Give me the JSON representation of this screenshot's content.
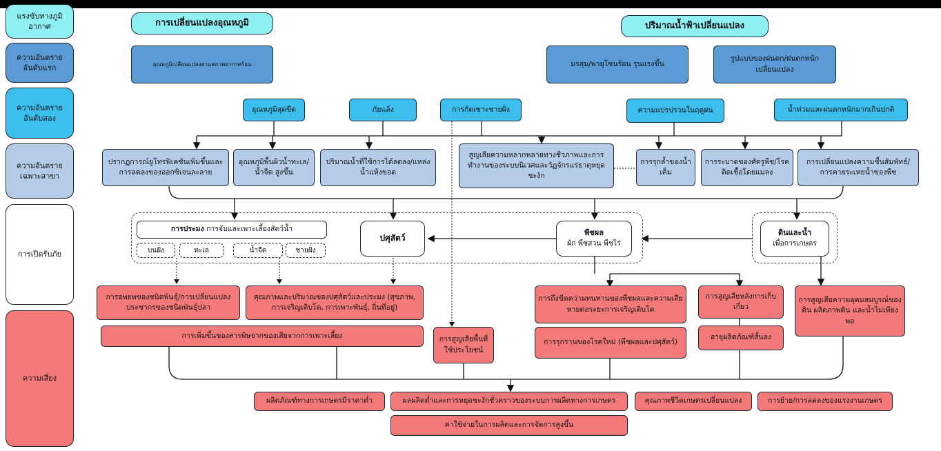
{
  "lanes": {
    "driver": "แรงขับทางภูมิอากาศ",
    "primary": "ความอันตรายอันดับแรก",
    "secondary": "ความอันตรายอันดับสอง",
    "specific": "ความอันตรายเฉพาะสาขา",
    "exposure": "การเปิดรับภัย",
    "risk": "ความเสี่ยง"
  },
  "drivers": {
    "temperature": "การเปลี่ยนแปลงอุณหภูมิ",
    "rainfall": "ปริมาณน้ำฟ้าเปลี่ยนแปลง"
  },
  "primary": {
    "climate_temp": "อุณหภูมิเปลี่ยนแปลงตามสภาพอากาศร้อน",
    "monsoon": "มรสุม/พายุโซนร้อน รุนแรงขึ้น",
    "rain_pattern": "รูปแบบของฝนตก/ฝนตกหนักเปลี่ยนแปลง"
  },
  "secondary": {
    "extreme_temp": "อุณหภูมิสุดขีด",
    "drought": "ภัยแล้ง",
    "coastal_erosion": "การกัดเซาะชายฝั่ง",
    "rain_variability": "ความแปรปรวนในฤดูฝน",
    "flood_heavy_rain": "น้ำท่วมและฝนตกหนักมากเกินปกติ"
  },
  "specific": {
    "eutrophication": "ปรากฏการณ์ยูโทรฟิเคชันเพิ่มขึ้นและการลดลงของออกซิเจนละลาย",
    "water_temp": "อุณหภูมิพื้นผิวน้ำทะเล/น้ำจืด สูงขึ้น",
    "water_supply": "ปริมาณน้ำที่ใช้การได้ลดลง/แหล่งน้ำแห้งขอด",
    "biodiversity": "สูญเสียความหลากหลายทางชีวภาพและการทำงานของระบบนิเวศและวัฏจักรแร่ธาตุหยุดชะงัก",
    "saltwater": "การรุกล้ำของน้ำเค็ม",
    "pests": "การระบาดของศัตรูพืช/โรคติดเชื้อโดยแมลง",
    "humidity": "การเปลี่ยนแปลงความชื้นสัมพัทธ์/การคายระเหยน้ำของพืช"
  },
  "exposure": {
    "fishery_title": "การประมง",
    "fishery_sub": "การจับและเพาะเลี้ยงสัตว์น้ำ",
    "fishery_types": [
      "บนฝั่ง",
      "ทะเล",
      "น้ำจืด",
      "ชายฝั่ง"
    ],
    "livestock": "ปศุสัตว์",
    "crops_title": "พืชผล",
    "crops_sub": "ผัก พืชสวน พืชไร่",
    "soil_title": "ดินและน้ำ",
    "soil_sub": "เพื่อการเกษตร"
  },
  "risks": {
    "species_migration": "การอพยพของชนิดพันธุ์/การเปลี่ยนแปลงประชากรของชนิดพันธุ์ปลา",
    "livestock_quality": "คุณภาพและปริมาณของปศุสัตว์และประมง (สุขภาพ, การเจริญเติบโต, การเพาะพันธุ์, ถิ่นที่อยู่)",
    "toxin": "การเพิ่มขึ้นของสารพิษจากของเสียจากการเพาะเลี้ยง",
    "land_loss": "การสูญเสียพื้นที่ใช้ประโยชน์",
    "plant_tolerance": "การถึงขีดความทนทานของพืชผลและความเสียหายต่อระยะการเจริญเติบโต",
    "new_disease": "การรุกรานของโรคใหม่ (พืชผลและปศุสัตว์)",
    "post_harvest": "การสูญเสียหลังการเก็บเกี่ยว",
    "shelf_life": "อายุผลิตภัณฑ์สั้นลง",
    "soil_fertility": "การสูญเสียความอุดมสมบูรณ์ของดิน ผลิตภาพดิน และน้ำไม่เพียงพอ"
  },
  "impacts": {
    "low_price": "ผลิตภัณฑ์ทางการเกษตรมีราคาต่ำ",
    "low_yield": "ผลผลิตต่ำและการหยุดชะงักชั่วคราวของระบบการผลิตทางการเกษตร",
    "cost": "ค่าใช้จ่ายในการผลิตและการจัดการสูงขึ้น",
    "quality_of_life": "คุณภาพชีวิตเกษตรเปลี่ยนแปลง",
    "labor": "การย้าย/การลดลงของแรงงานเกษตร"
  },
  "colors": {
    "driver": "#8ff0f4",
    "primary": "#5b9bd5",
    "secondary": "#3cbfee",
    "specific": "#b4cce8",
    "risk": "#f47a7a"
  }
}
